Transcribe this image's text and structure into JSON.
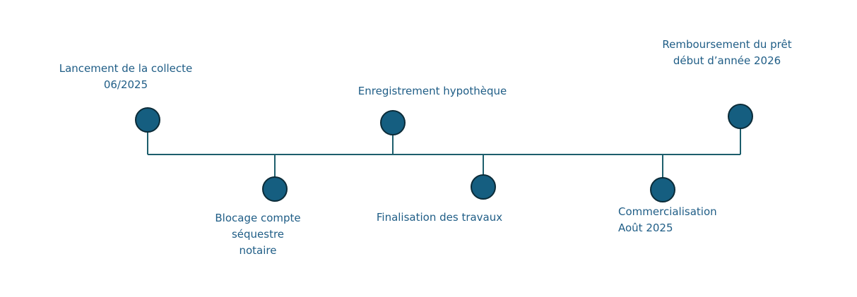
{
  "colors": {
    "line": "#1d5e6c",
    "node_fill": "#155e80",
    "node_stroke": "#0b2b38",
    "text": "#1f5d86"
  },
  "milestones": [
    {
      "lines": [
        "Lancement de la collecte",
        "06/2025"
      ]
    },
    {
      "lines": [
        "Blocage compte",
        "séquestre",
        "notaire"
      ]
    },
    {
      "lines": [
        "Enregistrement hypothèque"
      ]
    },
    {
      "lines": [
        "Finalisation des travaux"
      ]
    },
    {
      "lines": [
        "Commercialisation",
        "Août 2025"
      ]
    },
    {
      "lines": [
        "Remboursement du prêt",
        "début d’année 2026"
      ]
    }
  ]
}
